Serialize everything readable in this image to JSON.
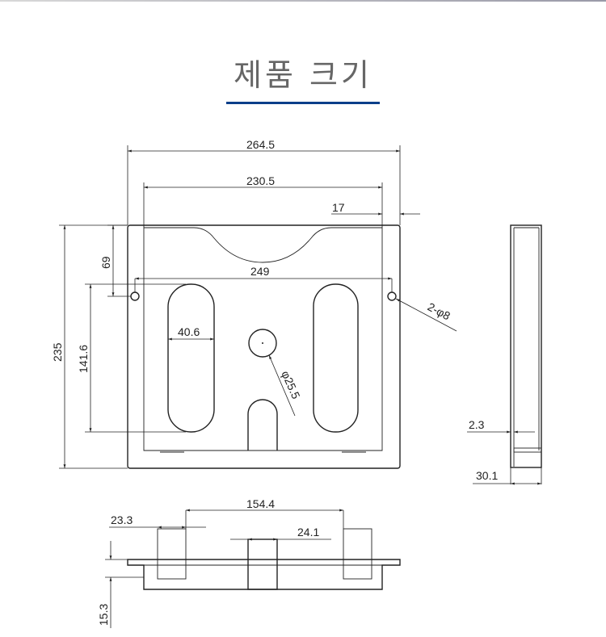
{
  "title": "제품 크기",
  "colors": {
    "underline": "#0b3f8a",
    "lines": "#222222"
  },
  "dimensions": {
    "overall_width": "264.5",
    "inner_width": "230.5",
    "side_margin": "17",
    "hole_spacing": "249",
    "hole_offset_top": "69",
    "slot_height": "141.6",
    "overall_height": "235",
    "slot_width": "40.6",
    "center_hole_dia": "φ25.5",
    "mount_holes": "2-φ8",
    "wall_thickness": "2.3",
    "depth": "30.1",
    "slot_spacing": "154.4",
    "slot_width_bottom": "23.3",
    "center_slot_width": "24.1",
    "bottom_height": "15.3"
  }
}
